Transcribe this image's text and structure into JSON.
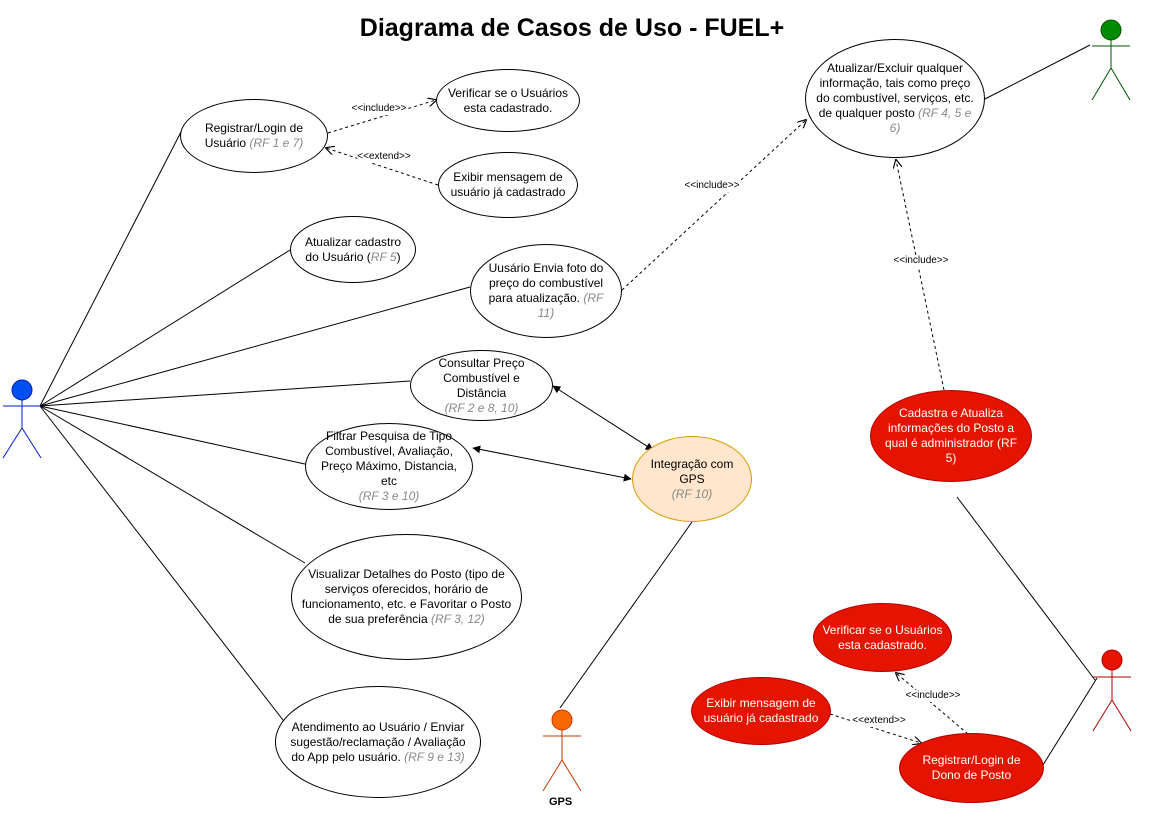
{
  "title": "Diagrama de Casos de Uso - FUEL+",
  "actors": {
    "gps_label": "GPS",
    "colors": {
      "user": "#0050ef",
      "admin": "#008a00",
      "owner": "#e51400",
      "gps": "#fa6800"
    }
  },
  "use_cases": {
    "registrar_login_usuario": {
      "text": "Registrar/Login de Usuário",
      "ref": "(RF 1 e 7)"
    },
    "verificar_usuario": {
      "text": "Verificar se o Usuários esta cadastrado."
    },
    "exibir_mensagem": {
      "text": "Exibir mensagem de usuário já cadastrado"
    },
    "atualizar_cadastro": {
      "text": "Atualizar cadastro do Usuário (",
      "ref": "RF 5",
      "suffix": ")"
    },
    "envia_foto": {
      "text": "Uusário Envia foto do preço do combustível para atualização.",
      "ref": "(RF 11)"
    },
    "consultar_preco": {
      "text": "Consultar Preço Combustível e Distância",
      "ref": "(RF 2 e 8, 10)"
    },
    "filtrar_pesquisa": {
      "text": "Filtrar Pesquisa de Tipo Combustível, Avaliação, Preço Máximo, Distancia, etc",
      "ref": "(RF 3 e 10)"
    },
    "visualizar_detalhes": {
      "text": "Visualizar Detalhes do Posto (tipo de serviços oferecidos, horário de funcionamento, etc. e Favoritar o Posto de sua preferência",
      "ref": "(RF 3, 12)"
    },
    "atendimento": {
      "text": "Atendimento ao Usuário / Enviar sugestão/reclamação / Avaliação do App pelo usuário.",
      "ref": "(RF 9 e 13)"
    },
    "integracao_gps": {
      "text": "Integração com GPS",
      "ref": "(RF 10)"
    },
    "atualizar_excluir": {
      "text": "Atualizar/Excluir qualquer informação, tais como preço do combustível, serviços, etc. de qualquer posto",
      "ref": "(RF 4, 5 e 6)"
    },
    "cadastra_atualiza_posto": {
      "text": "Cadastra e Atualiza informações do Posto a qual é administrador (RF 5)"
    },
    "verificar_dono": {
      "text": "Verificar se o Usuários esta cadastrado."
    },
    "exibir_mensagem_dono": {
      "text": "Exibir mensagem de usuário já cadastrado"
    },
    "registrar_login_dono": {
      "text": "Registrar/Login de Dono de Posto"
    }
  },
  "relations": {
    "include_verificar": "<<include>>",
    "extend_exibir": "<<extend>>",
    "include_foto": "<<include>>",
    "include_posto": "<<include>>",
    "include_dono": "<<include>>",
    "extend_dono": "<<extend>>"
  }
}
